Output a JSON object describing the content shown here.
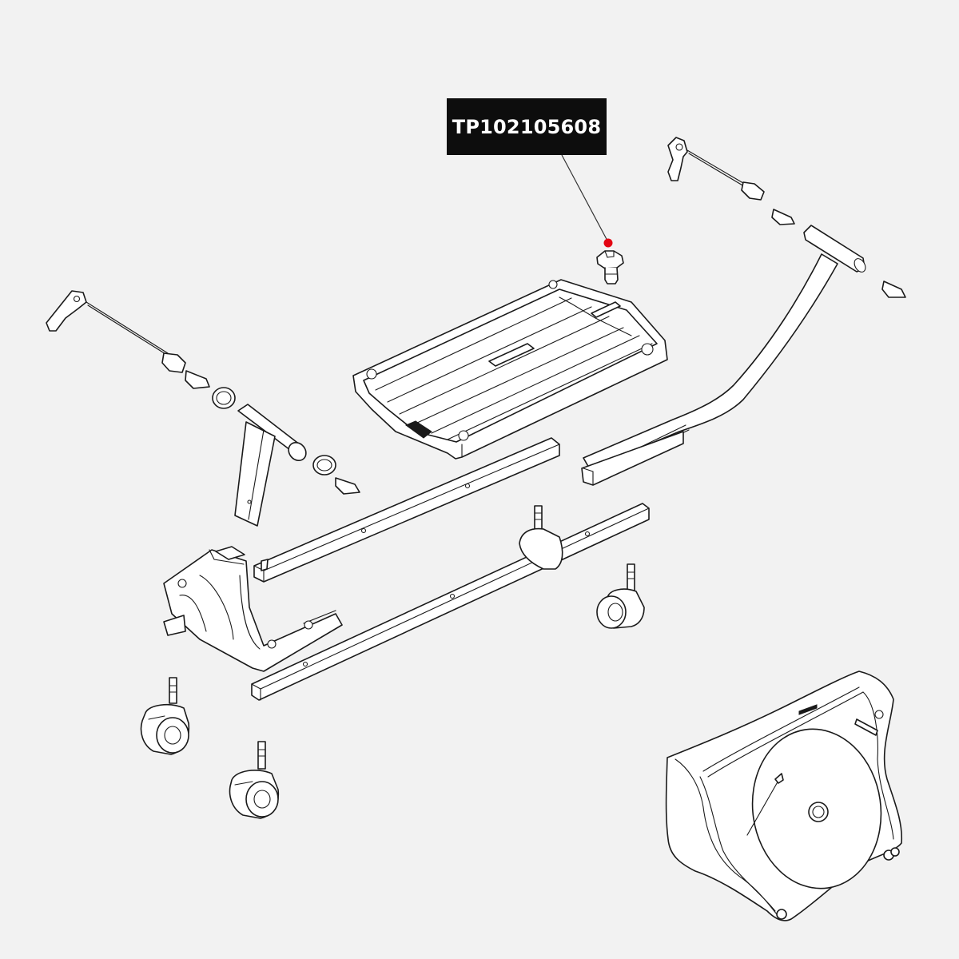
{
  "callout": {
    "part_number": "TP102105608",
    "highlight_color": "#e30613",
    "box_color": "#0d0d0d"
  },
  "parts": [
    {
      "name": "highlighted-knob"
    },
    {
      "name": "tray-plate"
    },
    {
      "name": "t-bar-arm"
    },
    {
      "name": "square-tube"
    },
    {
      "name": "left-quick-release-skewer"
    },
    {
      "name": "right-quick-release-skewer"
    },
    {
      "name": "fork-mount-post"
    },
    {
      "name": "base-rails"
    },
    {
      "name": "fork-mount-block"
    },
    {
      "name": "caster-wheels"
    },
    {
      "name": "bike-travel-case"
    }
  ]
}
